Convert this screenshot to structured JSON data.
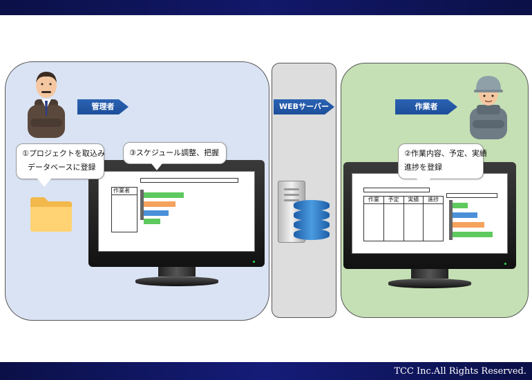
{
  "header": {
    "band_color": "#0b1047"
  },
  "footer": {
    "text": "TCC Inc.All Rights Reserved."
  },
  "labels": {
    "admin": "管理者",
    "web_server": "WEBサーバー",
    "worker": "作業者"
  },
  "bubbles": {
    "step1": [
      "①プロジェクトを取込み",
      "データベースに登録"
    ],
    "step3": "③スケジュール調整、把握",
    "step2": [
      "②作業内容、予定、実績",
      "進捗を登録"
    ]
  },
  "left_screen": {
    "table_header": "作業者"
  },
  "right_screen": {
    "table_headers": [
      "作業",
      "予定",
      "実績",
      "進捗"
    ]
  },
  "colors": {
    "admin_panel": "#dae3f3",
    "server_panel": "#dddddd",
    "worker_panel": "#c5e0b4",
    "arrow_blue": "#1d4f9a",
    "bar_green": "#5ec95e",
    "bar_orange": "#f5a25d",
    "bar_blue": "#4a90d9"
  }
}
